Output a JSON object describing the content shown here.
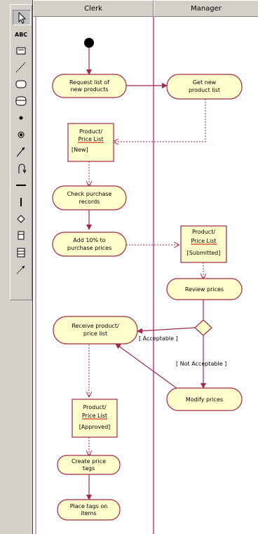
{
  "toolbar": {
    "tools": [
      {
        "icon": "pointer-icon"
      },
      {
        "icon": "text-tool-icon",
        "label": "ABC"
      },
      {
        "icon": "note-icon"
      },
      {
        "icon": "anchor-note-icon"
      },
      {
        "icon": "activity-state-icon"
      },
      {
        "icon": "state-icon"
      },
      {
        "icon": "start-state-icon"
      },
      {
        "icon": "end-state-icon"
      },
      {
        "icon": "transition-icon"
      },
      {
        "icon": "self-transition-icon"
      },
      {
        "icon": "horizontal-sync-icon"
      },
      {
        "icon": "vertical-sync-icon"
      },
      {
        "icon": "decision-icon"
      },
      {
        "icon": "object-icon"
      },
      {
        "icon": "swimlane-icon"
      },
      {
        "icon": "object-flow-icon"
      }
    ]
  },
  "swimlanes": {
    "clerk": "Clerk",
    "manager": "Manager"
  },
  "activities": {
    "request_list": [
      "Request list of",
      "new products"
    ],
    "get_new_list": [
      "Get new",
      "product list"
    ],
    "check_records": [
      "Check purchase",
      "records"
    ],
    "add_ten_percent": [
      "Add 10% to",
      "purchase prices"
    ],
    "review_prices": [
      "Review prices"
    ],
    "receive_list": [
      "Receive product/",
      "price list"
    ],
    "modify_prices": [
      "Modify prices"
    ],
    "create_tags": [
      "Create price",
      "tags"
    ],
    "place_tags": [
      "Place tags on",
      "items"
    ]
  },
  "objects": {
    "new": {
      "name": [
        "Product/",
        "Price List"
      ],
      "state": "[New]"
    },
    "submitted": {
      "name": [
        "Product/",
        "Price List"
      ],
      "state": "[Submitted]"
    },
    "approved": {
      "name": [
        "Product/",
        "Price List"
      ],
      "state": "[Approved]"
    }
  },
  "guards": {
    "acceptable": "[ Acceptable ]",
    "not_acceptable": "[ Not Acceptable ]"
  },
  "colors": {
    "stroke": "#a0284a",
    "fill": "#ffffcc",
    "lane_divider": "#c04080"
  }
}
